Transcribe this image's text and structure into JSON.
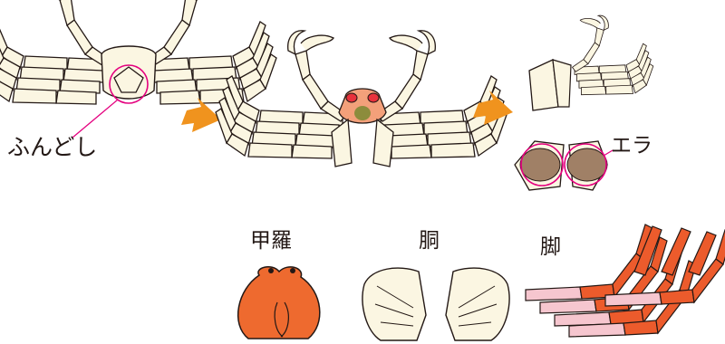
{
  "labels": {
    "fundoshi": "ふんどし",
    "era": "エラ",
    "koura": "甲羅",
    "do": "胴",
    "ashi": "脚"
  },
  "colors": {
    "shell_fill": "#fbf6e2",
    "outline": "#231815",
    "arrow": "#f0931e",
    "highlight_circle": "#e4007f",
    "carapace": "#ee6a2f",
    "carapace_inner": "#f3a07a",
    "roe": "#8c8c3c",
    "gill": "#a08066",
    "leg_red": "#ec5b2c",
    "leg_meat": "#f6c6cf"
  },
  "icons": [
    "arrow-right-icon",
    "arrow-right-icon"
  ]
}
